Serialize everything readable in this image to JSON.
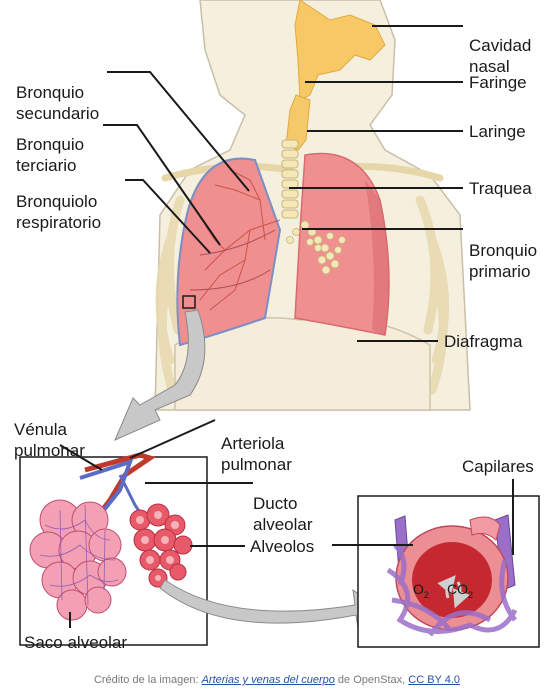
{
  "labels": {
    "cavidad_nasal": [
      "Cavidad",
      "nasal"
    ],
    "faringe": "Faringe",
    "laringe": "Laringe",
    "traquea": "Traquea",
    "bronquio_primario": [
      "Bronquio",
      "primario"
    ],
    "diafragma": "Diafragma",
    "bronquio_secundario": [
      "Bronquio",
      "secundario"
    ],
    "bronquio_terciario": [
      "Bronquio",
      "terciario"
    ],
    "bronquiolo_respiratorio": [
      "Bronquiolo",
      "respiratorio"
    ],
    "venula_pulmonar": [
      "Vénula",
      "pulmonar"
    ],
    "arteriola_pulmonar": [
      "Arteriola",
      "pulmonar"
    ],
    "ducto_alveolar": [
      "Ducto",
      "alveolar"
    ],
    "alveolos": "Alveolos",
    "saco_alveolar": "Saco alveolar",
    "capilares": "Capilares",
    "o2": "O",
    "o2_sub": "2",
    "co2": "CO",
    "co2_sub": "2"
  },
  "credit": {
    "prefix": "Crédito de la imagen: ",
    "link1": "Arterias y venas del cuerpo",
    "middle": " de OpenStax, ",
    "link2": "CC BY 4.0"
  },
  "colors": {
    "body_fill": "#f5efde",
    "body_outline": "#c9bfa8",
    "rib": "#efe3c2",
    "lung": "#ef8f8f",
    "lung_dark": "#d96a70",
    "airway": "#f5c869",
    "cartilage": "#f4e7b8",
    "vein": "#5a6cc4",
    "artery": "#c0392b",
    "capillary": "#9b6fc8",
    "arrow": "#c8c8c8"
  }
}
